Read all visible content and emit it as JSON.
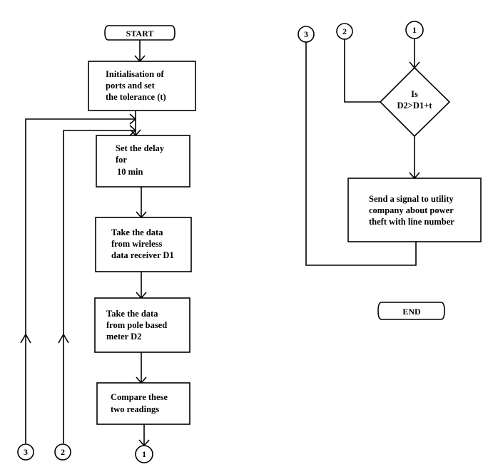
{
  "terminals": {
    "start": "START",
    "end": "END"
  },
  "steps": {
    "init": [
      "Initialisation of",
      "ports and set",
      "the tolerance (t)"
    ],
    "delay": [
      "Set the delay",
      "for",
      "10 min"
    ],
    "wireless": [
      "Take the data",
      "from wireless",
      "data receiver D1"
    ],
    "pole": [
      "Take the data",
      "from pole based",
      "meter  D2"
    ],
    "compare": [
      "Compare these",
      "two readings"
    ],
    "signal": [
      "Send a signal to utility",
      "company about power",
      "theft with line number"
    ]
  },
  "decision": [
    "Is",
    "D2>D1+t"
  ],
  "connectors": {
    "one": "1",
    "two": "2",
    "three": "3"
  }
}
